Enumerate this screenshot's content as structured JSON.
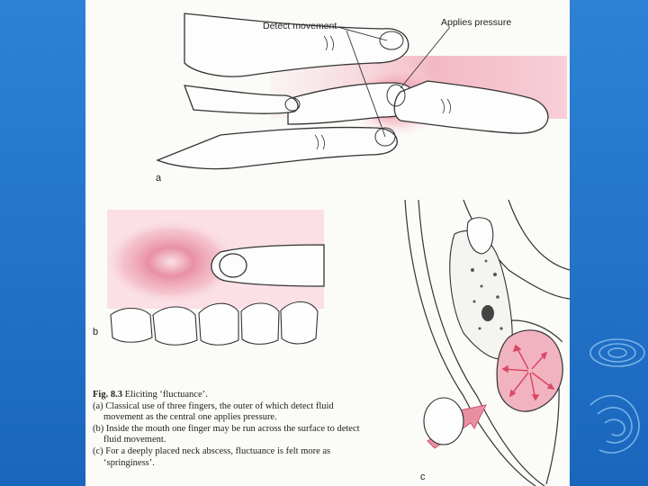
{
  "slide": {
    "background_color": "#1f6fc4",
    "page_color": "#fbfbf8",
    "accent_pink": "#e0607a"
  },
  "figure": {
    "panel_a": {
      "label": "a",
      "detect_label": "Detect movement",
      "pressure_label": "Applies pressure"
    },
    "panel_b": {
      "label": "b"
    },
    "panel_c": {
      "label": "c"
    }
  },
  "caption": {
    "title_num": "Fig. 8.3",
    "title_text": "Eliciting ‘fluctuance’.",
    "line_a": "(a) Classical use of three fingers, the outer of which detect fluid movement as the central one applies pressure.",
    "line_b": "(b) Inside the mouth one finger may be run across the surface to detect fluid movement.",
    "line_c": "(c) For a deeply placed neck abscess, fluctuance is felt more as ‘springiness’."
  }
}
